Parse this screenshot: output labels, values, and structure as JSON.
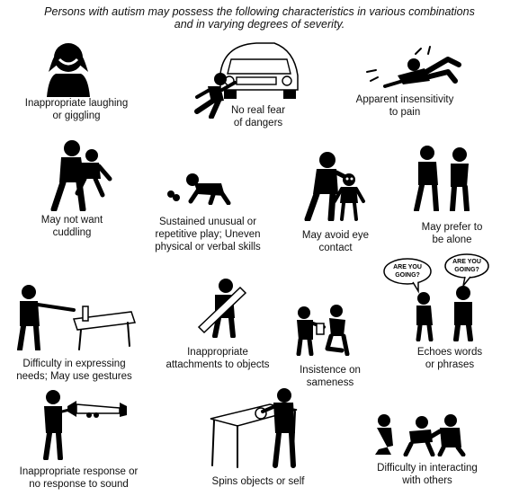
{
  "header": {
    "line1": "Persons with autism may possess the following characteristics in various combinations",
    "line2": "and in varying degrees of severity."
  },
  "items": [
    {
      "line1": "Inappropriate laughing",
      "line2": "or giggling",
      "icon": "laughing-person-icon"
    },
    {
      "line1": "No real fear",
      "line2": "of dangers",
      "icon": "running-from-car-icon"
    },
    {
      "line1": "Apparent insensitivity",
      "line2": "to pain",
      "icon": "falling-person-icon"
    },
    {
      "line1": "May not want",
      "line2": "cuddling",
      "icon": "adult-holding-child-icon"
    },
    {
      "line1": "Sustained unusual or",
      "line2": "repetitive play; Uneven",
      "line3": "physical or verbal skills",
      "icon": "crawling-child-icon"
    },
    {
      "line1": "May avoid eye",
      "line2": "contact",
      "icon": "adult-and-child-icon"
    },
    {
      "line1": "May prefer to",
      "line2": "be alone",
      "icon": "two-standing-people-icon"
    },
    {
      "line1": "Difficulty in expressing",
      "line2": "needs; May use gestures",
      "icon": "person-pointing-at-table-icon"
    },
    {
      "line1": "Inappropriate",
      "line2": "attachments to objects",
      "icon": "person-carrying-object-icon"
    },
    {
      "line1": "Insistence on",
      "line2": "sameness",
      "icon": "adult-and-kneeling-child-icon"
    },
    {
      "line1": "Echoes words",
      "line2": "or phrases",
      "icon": "echo-speech-icon",
      "bubble1": "ARE YOU GOING?",
      "bubble2": "ARE YOU GOING?"
    },
    {
      "line1": "Inappropriate response or",
      "line2": "no response to sound",
      "icon": "person-and-trumpet-icon"
    },
    {
      "line1": "Spins objects or self",
      "icon": "spinning-object-on-table-icon"
    },
    {
      "line1": "Difficulty in interacting",
      "line2": "with others",
      "icon": "group-of-children-icon"
    }
  ]
}
